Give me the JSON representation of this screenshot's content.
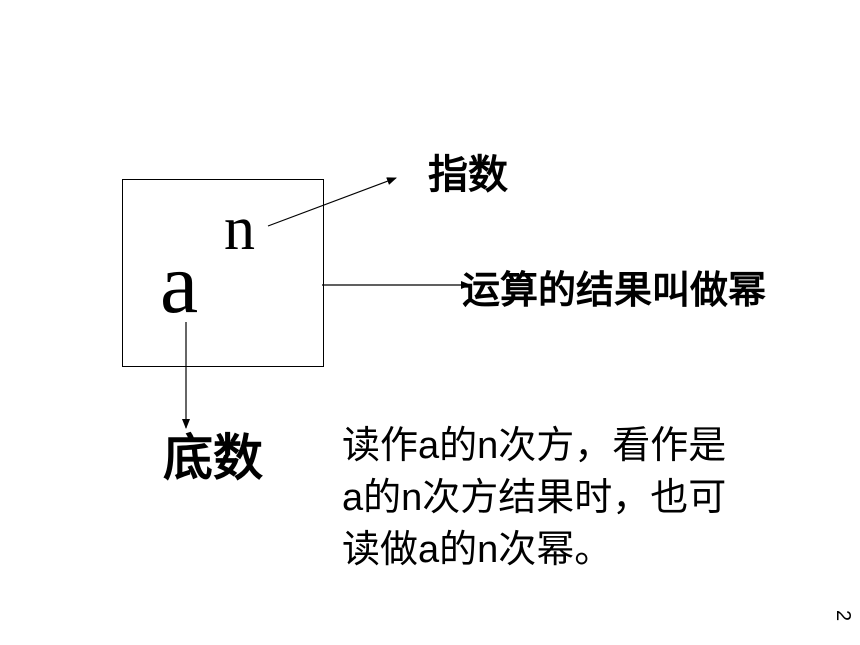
{
  "diagram": {
    "base_symbol": "a",
    "exponent_symbol": "n",
    "exponent_label": "指数",
    "result_label": "运算的结果叫做幂",
    "base_label": "底数"
  },
  "explanation": {
    "line1": "读作a的n次方，看作是",
    "line2": "a的n次方结果时，也可",
    "line3": "读做a的n次幂。"
  },
  "slide": {
    "number": "2"
  }
}
